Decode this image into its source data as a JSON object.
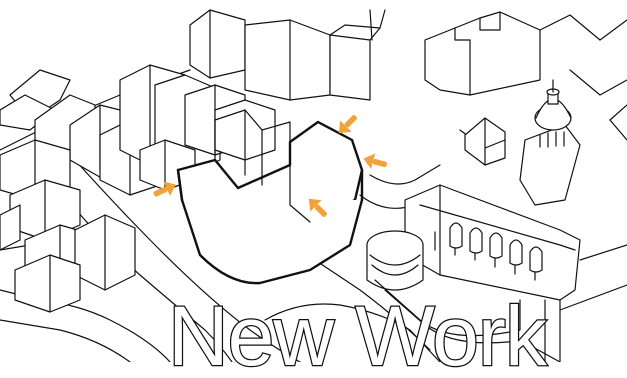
{
  "diagram": {
    "title": "New Work",
    "colors": {
      "line": "#111111",
      "background": "#ffffff",
      "accent": "#f2a23a"
    },
    "access_arrows": [
      {
        "icon": "arrow-down-left-icon",
        "direction": "down-left"
      },
      {
        "icon": "arrow-left-icon",
        "direction": "left"
      },
      {
        "icon": "arrow-up-right-icon",
        "direction": "up-right"
      },
      {
        "icon": "arrow-up-left-icon",
        "direction": "up-left"
      }
    ]
  }
}
